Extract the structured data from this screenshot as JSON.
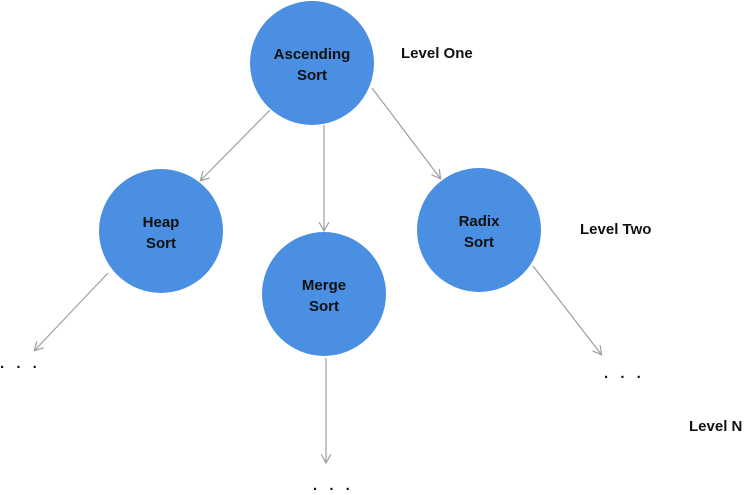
{
  "colors": {
    "node_fill": "#4a8fe2",
    "edge": "#9e9e9e",
    "text": "#111111"
  },
  "nodes": {
    "root": {
      "line1": "Ascending",
      "line2": "Sort"
    },
    "heap": {
      "line1": "Heap",
      "line2": "Sort"
    },
    "merge": {
      "line1": "Merge",
      "line2": "Sort"
    },
    "radix": {
      "line1": "Radix",
      "line2": "Sort"
    }
  },
  "levels": {
    "one": "Level One",
    "two": "Level Two",
    "n": "Level N"
  },
  "ellipsis": ". . ."
}
